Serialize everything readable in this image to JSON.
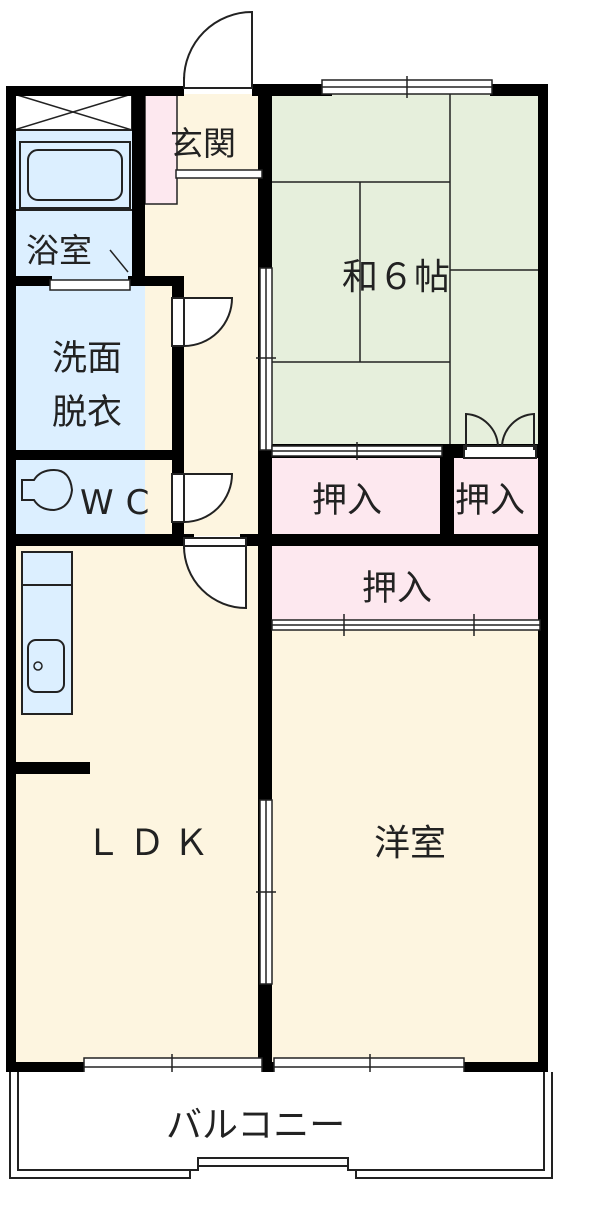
{
  "rooms": {
    "entrance": "玄関",
    "bath": "浴室",
    "washroom_line1": "洗面",
    "washroom_line2": "脱衣",
    "toilet": "WC",
    "washitsu": "和６帖",
    "closet_a": "押入",
    "closet_b": "押入",
    "closet_c": "押入",
    "ldk": "ＬＤＫ",
    "youshitsu": "洋室",
    "balcony": "バルコニー"
  },
  "colors": {
    "wall": "#000000",
    "tatami": "#e6efdc",
    "wood_floor": "#fdf5e0",
    "wet_area": "#dcefff",
    "closet": "#fde8ef",
    "line": "#222222"
  }
}
